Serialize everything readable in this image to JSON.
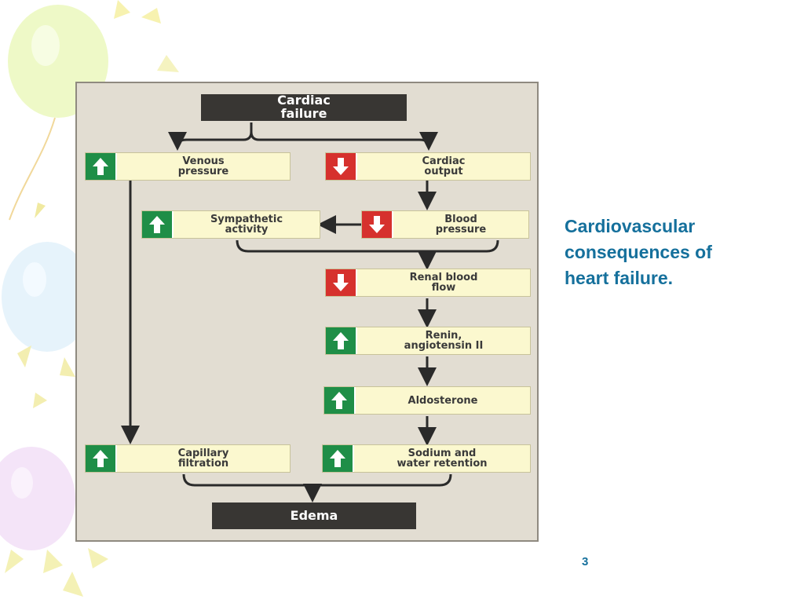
{
  "diagram": {
    "top": "Cardiac\nfailure",
    "bottom": "Edema",
    "nodes": [
      {
        "id": "venous",
        "label": "Venous\npressure",
        "direction": "up"
      },
      {
        "id": "cardiac-output",
        "label": "Cardiac\noutput",
        "direction": "down"
      },
      {
        "id": "sympathetic",
        "label": "Sympathetic\nactivity",
        "direction": "up"
      },
      {
        "id": "blood-pressure",
        "label": "Blood\npressure",
        "direction": "down"
      },
      {
        "id": "renal",
        "label": "Renal blood\nflow",
        "direction": "down"
      },
      {
        "id": "renin",
        "label": "Renin,\nangiotensin II",
        "direction": "up"
      },
      {
        "id": "aldosterone",
        "label": "Aldosterone",
        "direction": "up"
      },
      {
        "id": "capillary",
        "label": "Capillary\nfiltration",
        "direction": "up"
      },
      {
        "id": "sodium",
        "label": "Sodium and\nwater retention",
        "direction": "up"
      }
    ],
    "colors": {
      "up": "#1f8e47",
      "down": "#d6312d",
      "node_fill": "#fbf8cf",
      "panel": "#e2ddd2"
    }
  },
  "caption": "Cardiovascular\nconsequences of\nheart failure.",
  "page_number": "3"
}
